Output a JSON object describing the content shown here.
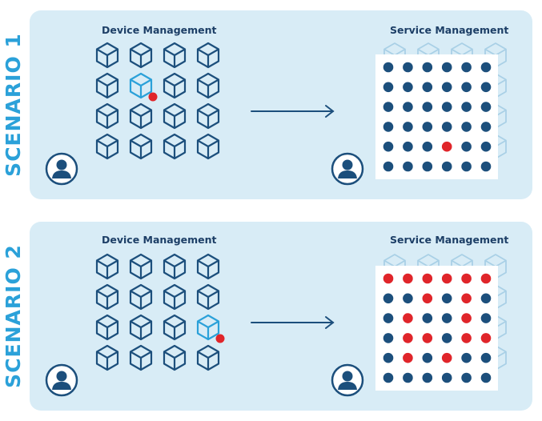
{
  "scenarios": [
    {
      "label": "SCENARIO 1",
      "device_heading": "Device Management",
      "service_heading": "Service Management",
      "highlight_device": [
        1,
        1
      ],
      "red_dots": [
        [
          4,
          3
        ]
      ]
    },
    {
      "label": "SCENARIO 2",
      "device_heading": "Device Management",
      "service_heading": "Service Management",
      "highlight_device": [
        2,
        3
      ],
      "red_dots": [
        [
          0,
          0
        ],
        [
          0,
          1
        ],
        [
          0,
          2
        ],
        [
          0,
          3
        ],
        [
          0,
          4
        ],
        [
          0,
          5
        ],
        [
          1,
          2
        ],
        [
          1,
          4
        ],
        [
          2,
          1
        ],
        [
          2,
          4
        ],
        [
          3,
          1
        ],
        [
          3,
          2
        ],
        [
          3,
          4
        ],
        [
          3,
          5
        ],
        [
          4,
          1
        ],
        [
          4,
          3
        ]
      ]
    }
  ],
  "colors": {
    "panel": "#d8ecf6",
    "accent": "#2ba1d9",
    "dark_blue": "#1c4f7c",
    "alert_red": "#e0252a",
    "faded_cube": "#a9d0e6"
  },
  "icons": {
    "cube": "cube-icon",
    "user": "user-avatar-icon",
    "arrow": "arrow-right-icon"
  }
}
